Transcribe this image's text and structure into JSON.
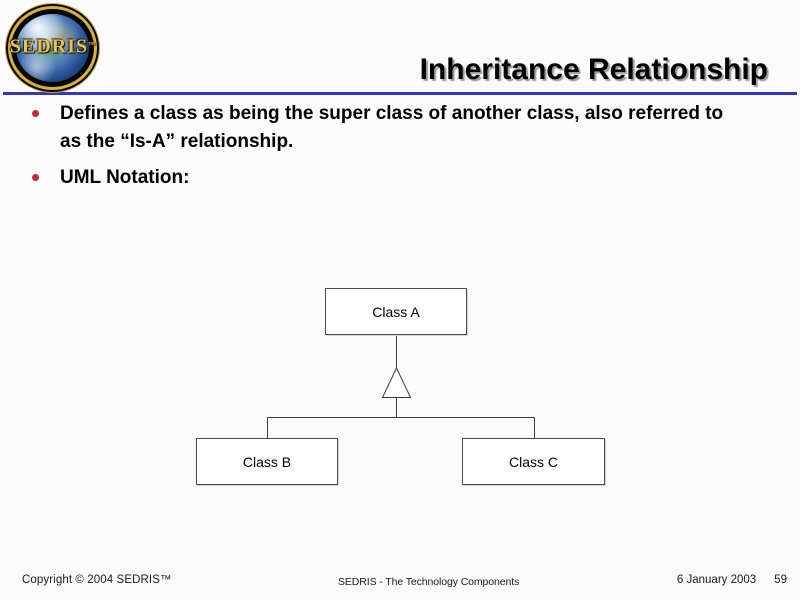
{
  "logo": {
    "wordmark": "SEDRIS",
    "trademark": "™"
  },
  "header": {
    "title": "Inheritance Relationship"
  },
  "bullets": [
    {
      "text": "Defines a class as being the super class of another class, also referred to as the “Is-A” relationship."
    },
    {
      "text": "UML Notation:"
    }
  ],
  "diagram": {
    "type": "uml-class-inheritance",
    "relationship": "inheritance (Is-A)",
    "parent": {
      "label": "Class A"
    },
    "children": [
      {
        "label": "Class B"
      },
      {
        "label": "Class C"
      }
    ]
  },
  "footer": {
    "copyright": "Copyright © 2004 SEDRIS™",
    "center": "SEDRIS - The Technology Components",
    "date": "6 January 2003",
    "page_number": "59"
  },
  "colors": {
    "divider_blue": "#3532C8",
    "bullet_dot_red": "#CC2A2A",
    "logo_gold": "#D8B237",
    "line_gray": "#3A3A3A"
  }
}
